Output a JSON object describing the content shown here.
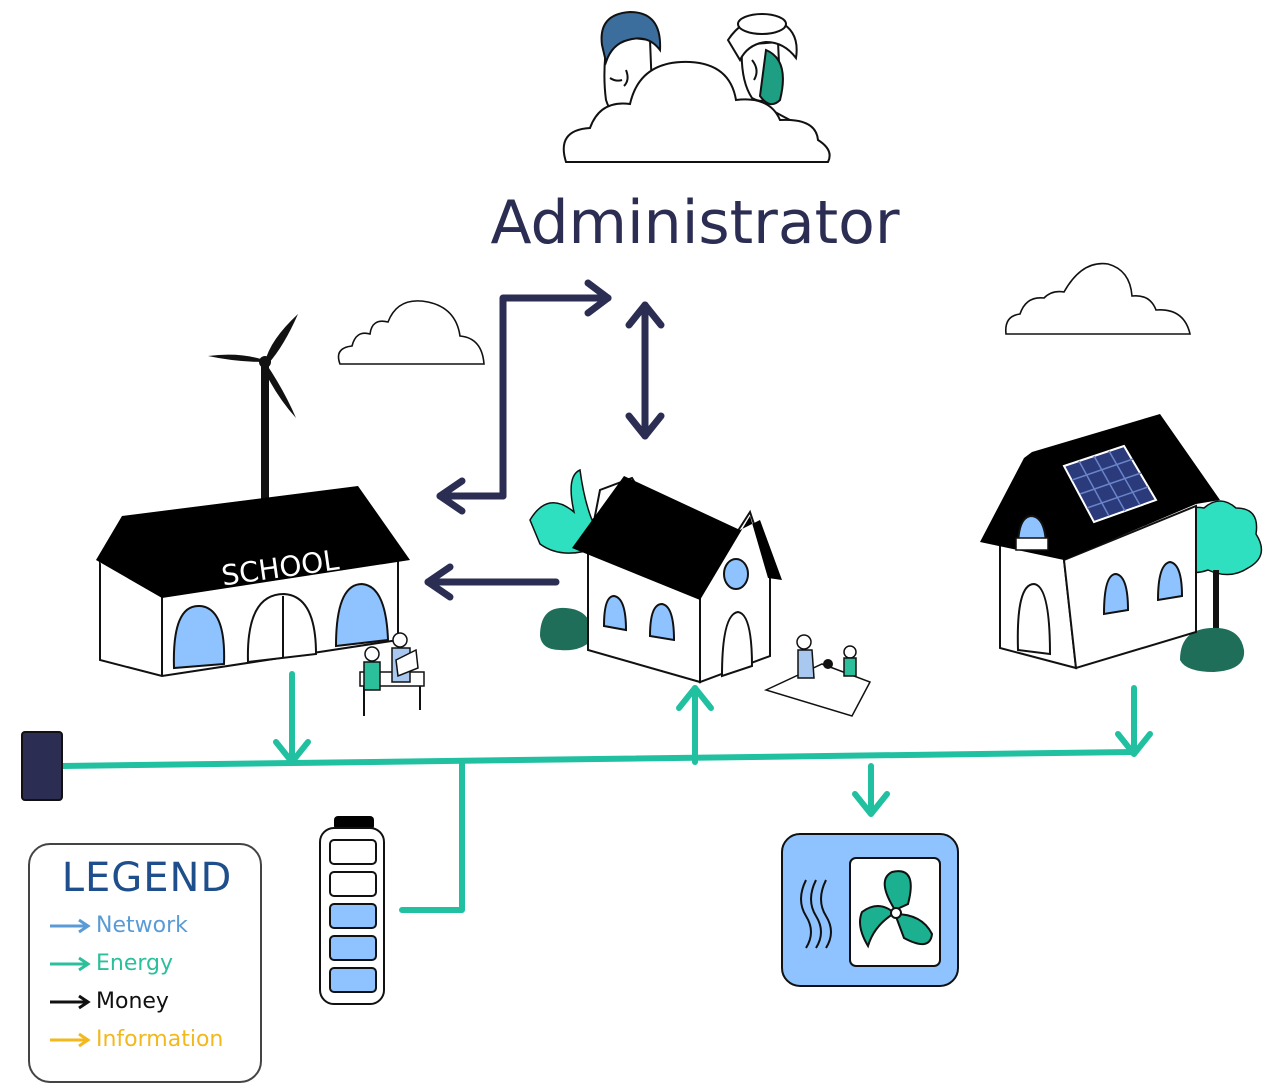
{
  "administrator": {
    "label": "Administrator"
  },
  "school": {
    "sign": "SCHOOL"
  },
  "legend": {
    "title": "LEGEND",
    "items": [
      {
        "label": "Network",
        "color": "#5b9bd5"
      },
      {
        "label": "Energy",
        "color": "#2bbf9c"
      },
      {
        "label": "Money",
        "color": "#111111"
      },
      {
        "label": "Information",
        "color": "#f2b81d"
      }
    ]
  },
  "colors": {
    "network_arrow": "#2b2d52",
    "energy_line": "#20c0a0",
    "roof": "#000000",
    "window": "#8ec3ff",
    "tree": "#2fe0c0",
    "bush": "#1e6e5a"
  }
}
